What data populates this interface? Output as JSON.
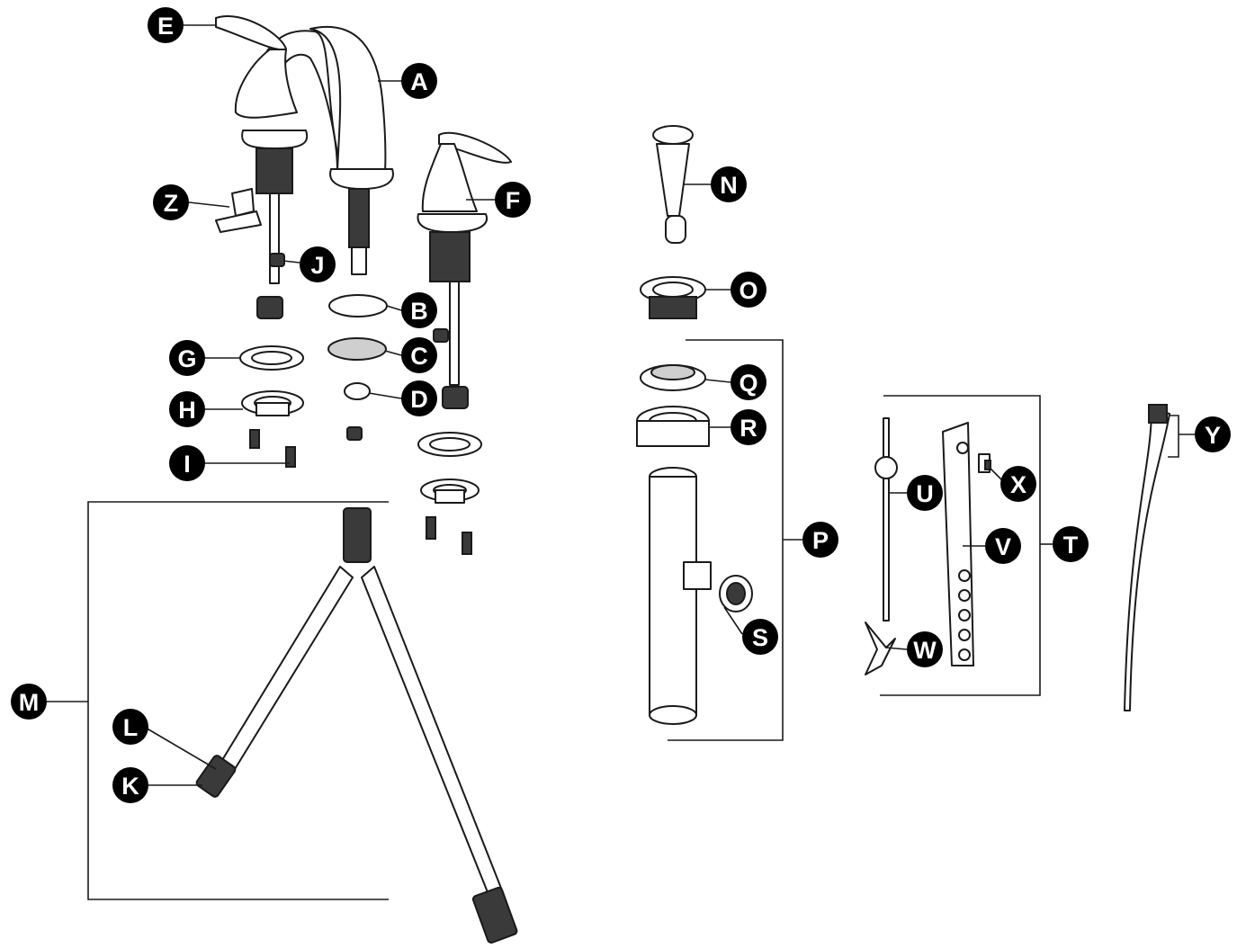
{
  "callouts": {
    "A": "A",
    "B": "B",
    "C": "C",
    "D": "D",
    "E": "E",
    "F": "F",
    "G": "G",
    "H": "H",
    "I": "I",
    "J": "J",
    "K": "K",
    "L": "L",
    "M": "M",
    "N": "N",
    "O": "O",
    "P": "P",
    "Q": "Q",
    "R": "R",
    "S": "S",
    "T": "T",
    "U": "U",
    "V": "V",
    "W": "W",
    "X": "X",
    "Y": "Y",
    "Z": "Z"
  },
  "colors": {
    "line": "#1a1a1a",
    "callout_fill": "#000000",
    "callout_text": "#ffffff"
  }
}
